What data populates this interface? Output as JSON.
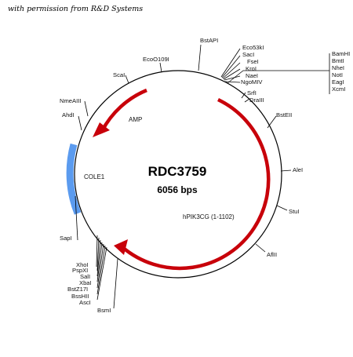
{
  "credit": "with permission from R&D Systems",
  "plasmid": {
    "name": "RDC3759",
    "size": "6056 bps"
  },
  "features": {
    "amp": "AMP",
    "cole1": "COLE1",
    "insert": "hPIK3CG (1-1102)"
  },
  "sites": {
    "bstapi": "BstAPI",
    "eco0109i": "EcoO109I",
    "scai": "ScaI",
    "nmeaiii": "NmeAIII",
    "ahdi": "AhdI",
    "sapi": "SapI",
    "xhoi": "XhoI",
    "pspxi": "PspXI",
    "sali": "SalI",
    "xbai": "XbaI",
    "bstz17i": "BstZ17I",
    "bsshii": "BssHII",
    "asci": "AscI",
    "bsmi": "BsmI",
    "eco53ki": "Eco53kI",
    "saci": "SacI",
    "fsei": "FseI",
    "kroi": "KroI",
    "naei": "NaeI",
    "ngomiv": "NgoMIV",
    "bamhi": "BamHI",
    "bmti": "BmtI",
    "nhei": "NheI",
    "noti": "NotI",
    "eagi": "EagI",
    "xcmi": "XcmI",
    "srfi": "SrfI",
    "draiii": "DraIII",
    "bsteii": "BstEII",
    "alei": "AleI",
    "stui": "StuI",
    "aflii": "AflII"
  },
  "colors": {
    "arrow": "#c8000a",
    "cole1": "#5b9bef",
    "ring": "#000000"
  }
}
